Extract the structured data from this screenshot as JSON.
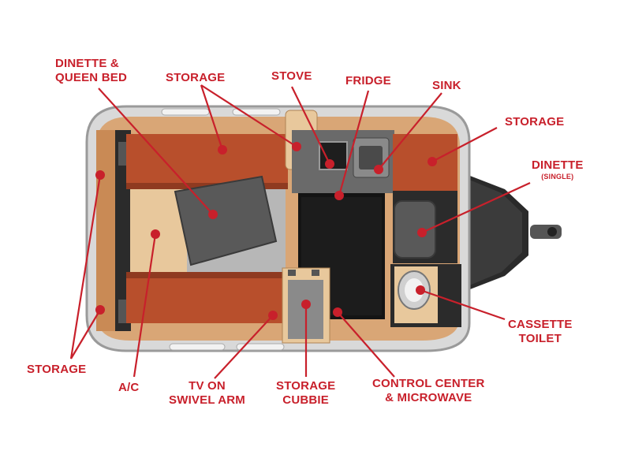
{
  "colors": {
    "accent": "#c8202b",
    "wall_tan": "#d9a676",
    "wood_light": "#e8c89c",
    "cushion": "#b84f2c",
    "floor": "#141414",
    "counter": "#585858"
  },
  "labels": {
    "dinette_queen_bed": [
      "DINETTE &",
      "QUEEN BED"
    ],
    "storage_top": [
      "STORAGE"
    ],
    "stove": [
      "STOVE"
    ],
    "fridge": [
      "FRIDGE"
    ],
    "sink": [
      "SINK"
    ],
    "storage_right": [
      "STORAGE"
    ],
    "dinette_single": [
      "DINETTE"
    ],
    "dinette_single_sub": "(SINGLE)",
    "cassette_toilet": [
      "CASSETTE",
      "TOILET"
    ],
    "control_center_microwave": [
      "CONTROL CENTER",
      "& MICROWAVE"
    ],
    "storage_cubbie": [
      "STORAGE",
      "CUBBIE"
    ],
    "tv_swivel_arm": [
      "TV ON",
      "SWIVEL ARM"
    ],
    "ac": [
      "A/C"
    ],
    "storage_left": [
      "STORAGE"
    ]
  }
}
